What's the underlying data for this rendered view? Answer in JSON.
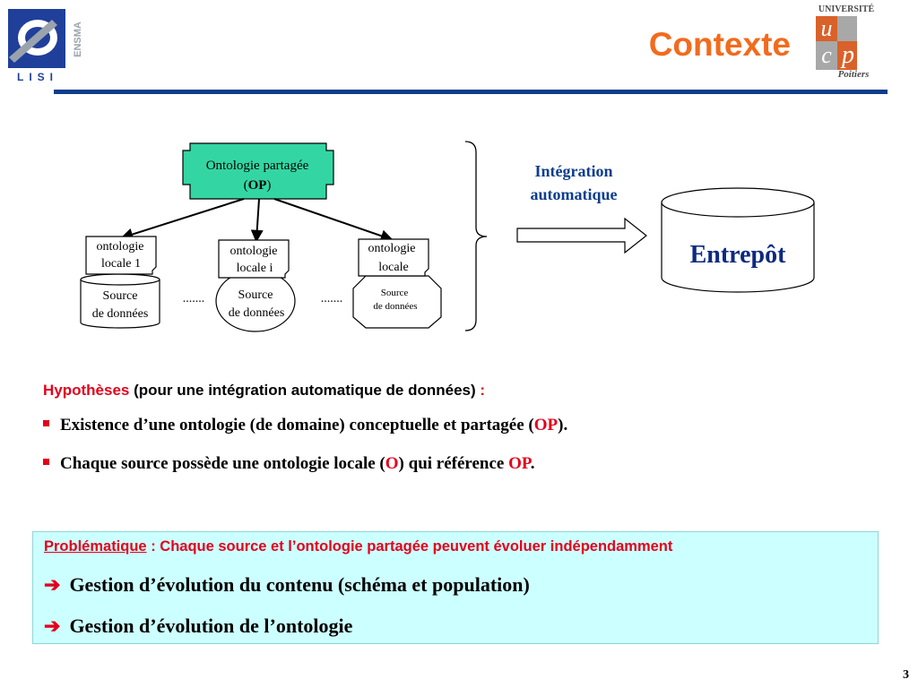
{
  "header": {
    "title": "Contexte",
    "lisi_logo": {
      "text_main": "LISI",
      "text_side": "ENSMA",
      "colors": {
        "blue": "#1f3f9a",
        "gray": "#9aa3ad"
      }
    },
    "university_logo": {
      "text_top": "UNIVERSITÉ",
      "text_city": "Poitiers",
      "letters": [
        "u",
        "c",
        "p"
      ],
      "colors": {
        "orange": "#d9612a",
        "gray": "#a8a8a8",
        "dark": "#4a4a4a"
      }
    },
    "rule_color": "#0d3d8c",
    "title_color": "#f26b1d"
  },
  "diagram": {
    "shared_ontology": {
      "line1": "Ontologie partagée",
      "line2_prefix": "(",
      "line2_bold": "OP",
      "line2_suffix": ")",
      "fill": "#33d6a3"
    },
    "sources": [
      {
        "ontology_line1": "ontologie",
        "ontology_line2": "locale 1",
        "source_line1": "Source",
        "source_line2": "de données"
      },
      {
        "ontology_line1": "ontologie",
        "ontology_line2": "locale i",
        "source_line1": "Source",
        "source_line2": "de données"
      },
      {
        "ontology_line1": "ontologie",
        "ontology_line2": "locale",
        "source_line1": "Source",
        "source_line2": "de données"
      }
    ],
    "ellipsis": ".......",
    "integration_label_line1": "Intégration",
    "integration_label_line2": "automatique",
    "integration_label_color": "#0d3d8c",
    "warehouse_label": "Entrepôt",
    "warehouse_label_color": "#0d2a80"
  },
  "hypotheses": {
    "heading_red": "Hypothèses",
    "heading_black": " (pour une intégration automatique de données)",
    "heading_colon": " :",
    "bullets": [
      {
        "before": "Existence d’une ontologie (de domaine) conceptuelle et partagée (",
        "highlight": "OP",
        "after": ")."
      },
      {
        "before": "Chaque source possède une ontologie locale (",
        "highlight": "O",
        "middle": ") qui référence ",
        "highlight2": "OP",
        "after": "."
      }
    ]
  },
  "problem": {
    "heading_underlined": "Problématique",
    "heading_rest": " : Chaque source et l’ontologie partagée peuvent évoluer indépendamment",
    "arrow_glyph": "➔",
    "items": [
      "Gestion d’évolution du contenu (schéma et population)",
      "Gestion d’évolution de l’ontologie"
    ],
    "box_color": "#ccffff"
  },
  "footer": {
    "page_number": "3"
  },
  "colors": {
    "accent_red": "#e3001b"
  }
}
